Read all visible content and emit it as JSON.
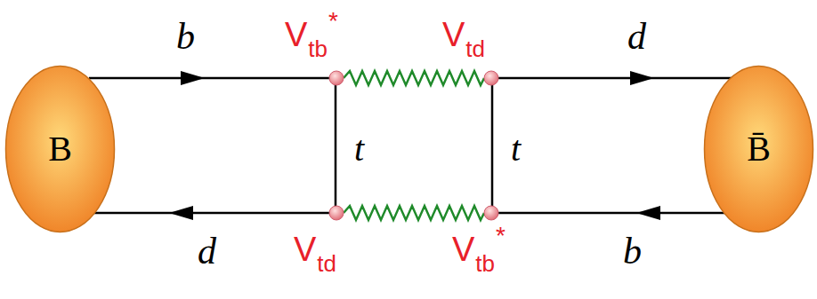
{
  "diagram": {
    "nodes": [
      {
        "text": [
          "B"
        ]
      },
      {
        "text": [
          "B̄"
        ]
      }
    ],
    "labels": [
      "b",
      "V",
      "tb",
      "*",
      "V",
      "td",
      "d",
      "t",
      "t",
      "d",
      "V",
      "td",
      "V",
      "tb",
      "*",
      "b"
    ]
  }
}
